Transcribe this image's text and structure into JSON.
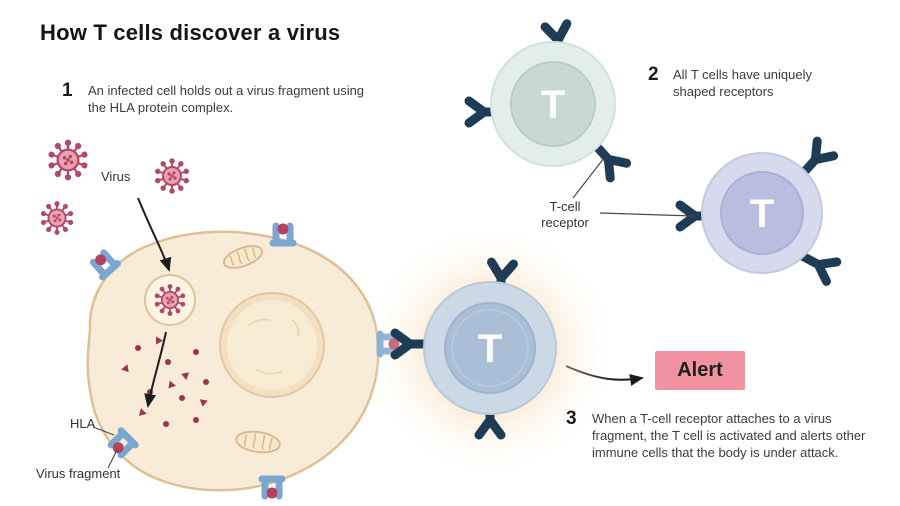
{
  "title": "How T cells discover a virus",
  "steps": {
    "one": {
      "num": "1",
      "text": "An infected cell holds out a virus fragment using the HLA protein complex."
    },
    "two": {
      "num": "2",
      "text": "All T cells have uniquely shaped receptors"
    },
    "three": {
      "num": "3",
      "text": "When a T-cell receptor attaches to a virus fragment, the T cell is activated and alerts other immune cells that the body is under attack."
    }
  },
  "labels": {
    "virus": "Virus",
    "hla": "HLA",
    "virus_fragment": "Virus fragment",
    "t_cell_receptor": "T-cell receptor",
    "alert": "Alert",
    "t_letter": "T"
  },
  "colors": {
    "alert_bg": "#f0929f",
    "receptor_navy": "#1e3c54",
    "virus_red": "#b5486a",
    "infected_cell_fill": "#f8ecd9",
    "infected_cell_stroke": "#ddc094",
    "hla_blue": "#7ba6cf",
    "glow_orange": "#f3cf96",
    "teal_t_cell": "#c6dad3",
    "purple_t_cell": "#b7bedf",
    "blue_t_cell": "#aabfd5"
  }
}
